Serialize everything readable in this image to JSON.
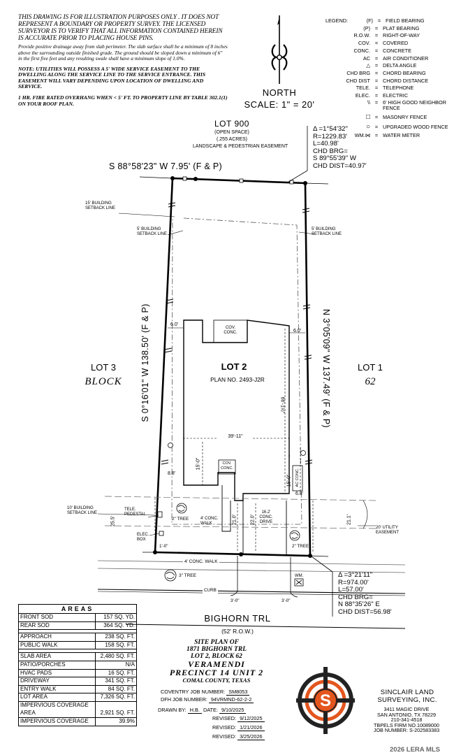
{
  "disclaimer": {
    "main": "THIS DRAWING IS FOR ILLUSTRATION PURPOSES ONLY . IT DOES NOT REPRESENT A BOUNDARY OR PROPERTY SURVEY. THE LICENSED SURVEYOR IS TO VERIFY THAT ALL INFORMATION CONTAINED HEREIN IS ACCURATE PRIOR TO PLACING HOUSE PINS.",
    "drainage": "Provide positive drainage away from slab perimeter. The slab surface shall be a minimum of 8 inches above the surrounding outside finished grade. The ground should be sloped down a minimum of 6\" in the first five feet and any resulting swale shall have a minimum slope of 1.0%.",
    "utilities": "NOTE: UTILITIES WILL POSSESS A 5' WIDE SERVICE EASEMENT TO THE DWELLING ALONG THE SERVICE LINE TO THE SERVICE ENTRANCE. THIS EASEMENT WILL VARY DEPENDING UPON LOCATION OF DWELLING AND SERVICE.",
    "fire": "1 HR. FIRE RATED OVERHANG WHEN < 5' FT. TO PROPERTY LINE BY TABLE 302.1(1) ON YOUR ROOF PLAN."
  },
  "legend": {
    "header": "LEGEND:",
    "rows": [
      {
        "key": "(F)",
        "value": "FIELD BEARING"
      },
      {
        "key": "(P)",
        "value": "PLAT BEARING"
      },
      {
        "key": "R.O.W.",
        "value": "RIGHT-OF-WAY"
      },
      {
        "key": "COV.",
        "value": "COVERED"
      },
      {
        "key": "CONC.",
        "value": "CONCRETE"
      },
      {
        "key": "AC",
        "value": "AIR CONDITIONER"
      },
      {
        "key": "△",
        "value": "DELTA ANGLE"
      },
      {
        "key": "CHD BRG",
        "value": "CHORD BEARING"
      },
      {
        "key": "CHD DIST",
        "value": "CHORD DISTANCE"
      },
      {
        "key": "TELE.",
        "value": "TELEPHONE"
      },
      {
        "key": "ELEC.",
        "value": "ELECTRIC"
      },
      {
        "key": "\\\\",
        "value": "6' HIGH GOOD NEIGHBOR FENCE"
      },
      {
        "key": "□",
        "value": "MASONRY FENCE"
      },
      {
        "key": "○",
        "value": "UPGRADED WOOD FENCE"
      },
      {
        "key": "WM.⋈",
        "value": "WATER METER"
      }
    ]
  },
  "north": {
    "label": "NORTH",
    "scale": "SCALE: 1\" = 20'"
  },
  "plan": {
    "lot900": "LOT 900",
    "open_space": "(OPEN SPACE)",
    "acres": "(.255 ACRES)",
    "landscape": "LANDSCAPE & PEDESTRIAN EASEMENT",
    "top_bearing": "S 88°58'23\" W 7.95' (F & P)",
    "curve_top": [
      "Δ =1°54'32\"",
      "R=1229.83'",
      "L=40.98'",
      "CHD BRG=",
      "S 89°55'39\" W",
      "CHD DIST=40.97'"
    ],
    "setback15": [
      "15' BUILDING",
      "SETBACK LINE"
    ],
    "setback5_left": [
      "5' BUILDING",
      "SETBACK LINE"
    ],
    "setback5_right": [
      "5' BUILDING",
      "SETBACK LINE"
    ],
    "left_bearing": "S 0°16'01\" W 138.50' (F & P)",
    "right_bearing": "N 3°05'09\" W 137.49' (F & P)",
    "lot3": "LOT 3",
    "block": "BLOCK",
    "lot1": "LOT 1",
    "block_no": "62",
    "lot2": "LOT 2",
    "plan_no": "PLAN NO. 2493-J2R",
    "cov_conc_top": [
      "COV.",
      "CONC."
    ],
    "cov_conc_front": [
      "COV.",
      "CONC."
    ],
    "ac_conc": [
      "AC",
      "CONC."
    ],
    "dim_6_left": "6.0'",
    "dim_6_right": "6.0'",
    "dim_66": "66'-1½\"",
    "dim_39": "39'-11\"",
    "dim_15_left": "15'-0\"",
    "dim_15_right": "15'-0\"",
    "dim_88": "8.8'",
    "dim_68": "6.8'",
    "setback10": [
      "10' BUILDING",
      "SETBACK LINE"
    ],
    "dim_255": "25.5'",
    "tele": [
      "TELE.",
      "PEDESTAL"
    ],
    "tree_left": "2\" TREE",
    "conc_walk_lot": [
      "4' CONC.",
      "WALK"
    ],
    "drive_conc": [
      "16.2'",
      "CONC.",
      "DRIVE"
    ],
    "dim_210": "21.0'",
    "dim_220": "22.0'",
    "dim_211": "21.1'",
    "utility_easement": [
      "20' UTILITY",
      "EASEMENT"
    ],
    "tree_right": "2\" TREE",
    "elec_box": [
      "ELEC.",
      "BOX"
    ],
    "dim_1": "1'-0\"",
    "conc_walk_street": "4' CONC. WALK",
    "tree_3": "3\" TREE",
    "wm": "WM.",
    "curb": "CURB",
    "dim_3_left": "3'-0\"",
    "dim_3_right": "3'-0\"",
    "curve_bottom": [
      "Δ =3°21'11\"",
      "R=974.00'",
      "L=57.00'",
      "CHD BRG=",
      "N 88°35'26\" E",
      "CHD DIST=56.98'"
    ],
    "street": "BIGHORN TRL",
    "row": "(52' R.O.W.)"
  },
  "areas": {
    "title": "AREAS",
    "rows": [
      {
        "name": "FRONT SOD",
        "value": "157 SQ. YD."
      },
      {
        "name": "REAR SOD",
        "value": "364 SQ. YD."
      },
      {
        "name": "APPROACH",
        "value": "238 SQ. FT.",
        "gap": true
      },
      {
        "name": "PUBLIC WALK",
        "value": "158 SQ. FT."
      },
      {
        "name": "SLAB AREA",
        "value": "2,480 SQ. FT.",
        "gap": true
      },
      {
        "name": "PATIO/PORCHES",
        "value": "N/A"
      },
      {
        "name": "HVAC PADS",
        "value": "16 SQ. FT."
      },
      {
        "name": "DRIVEWAY",
        "value": "341 SQ. FT."
      },
      {
        "name": "ENTRY WALK",
        "value": "84 SQ. FT."
      },
      {
        "name": "LOT AREA",
        "value": "7,326 SQ. FT."
      },
      {
        "name": "IMPERVIOUS COVERAGE AREA",
        "value": "2,921 SQ. FT.",
        "two": true
      },
      {
        "name": "IMPERVIOUS COVERAGE",
        "value": "39.9%"
      }
    ]
  },
  "title_block": {
    "l1": "SITE PLAN OF",
    "l2": "1871 BIGHORN TRL",
    "l3": "LOT 2, BLOCK 62",
    "l4": "VERAMENDI",
    "l5": "PRECINCT 14 UNIT 2",
    "l6": "COMAL COUNTY, TEXAS"
  },
  "jobs": {
    "coventry_label": "COVENTRY JOB NUMBER:",
    "coventry": "SM8053",
    "dfh_label": "DFH JOB NUMBER:",
    "dfh": "94VRMND-62-2-2",
    "drawn_label": "DRAWN BY:",
    "drawn": "H.B.",
    "date_label": "DATE:",
    "date": "9/10/2025",
    "revised_label": "REVISED:",
    "revisions": [
      "9/12/2025",
      "1/21/2026",
      "3/25/2026"
    ]
  },
  "firm": {
    "name1": "SINCLAIR LAND",
    "name2": "SURVEYING, INC.",
    "address": "3411 MAGIC DRIVE",
    "city": "SAN ANTONIO, TX 78229",
    "phone": "210-341-4518",
    "tbpels": "TBPELS FIRM NO.10089000",
    "job": "JOB NUMBER: S-202583383",
    "logo_letter": "S"
  },
  "watermark": "2026 LERA MLS",
  "colors": {
    "logo_orange": "#e4561e",
    "logo_dark": "#222222"
  }
}
